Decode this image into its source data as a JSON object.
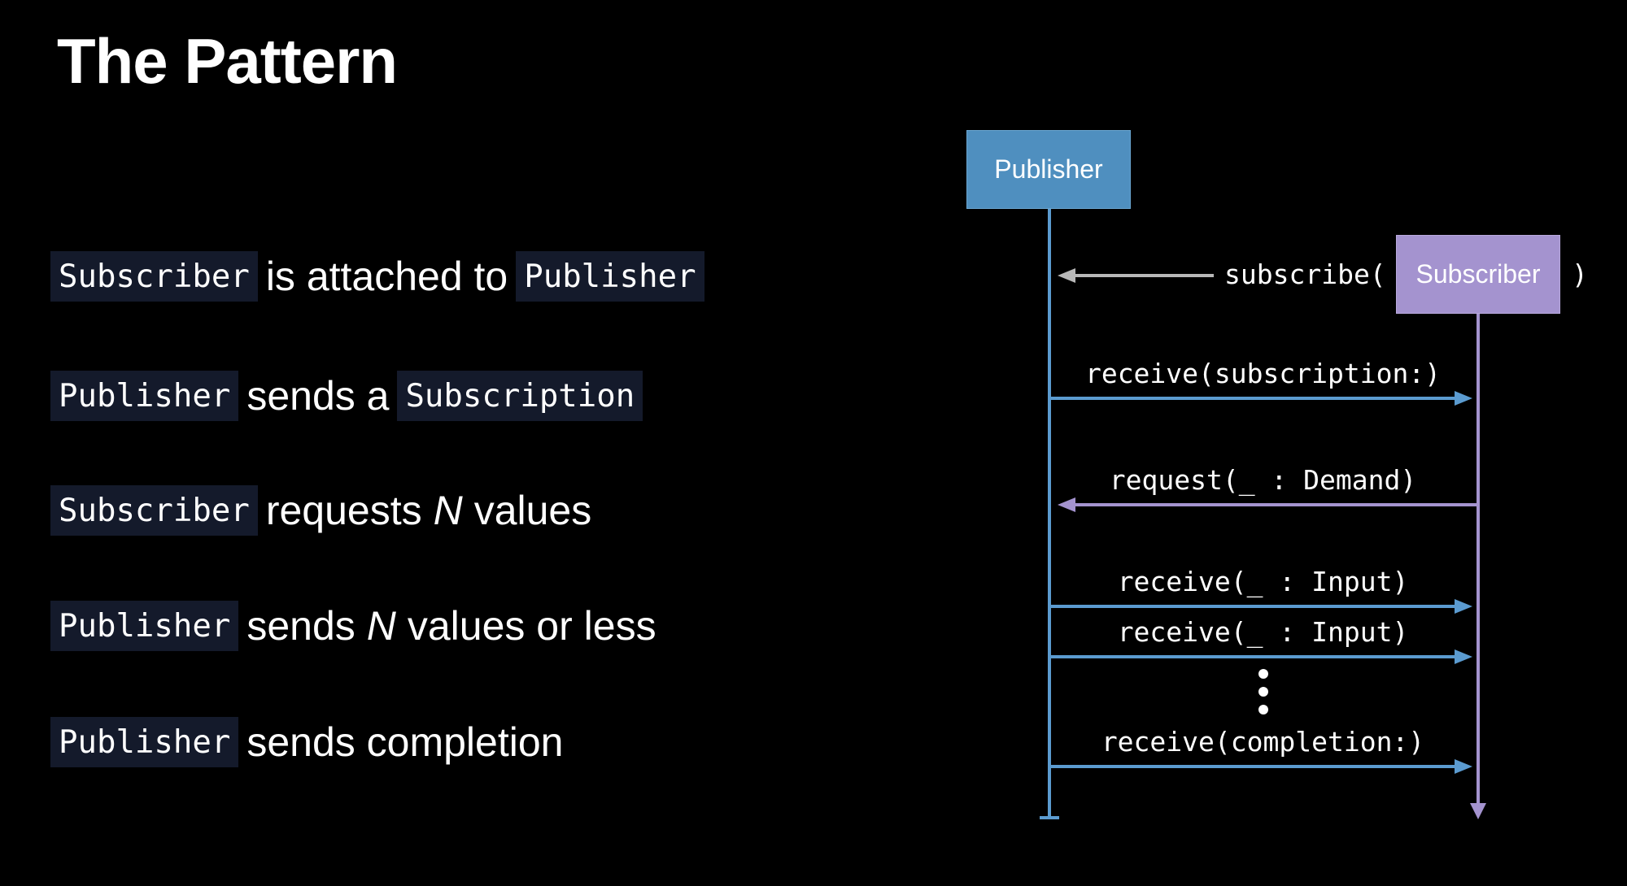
{
  "title": "The Pattern",
  "steps": [
    {
      "code_a": "Subscriber",
      "text_a": "is attached to",
      "code_b": "Publisher"
    },
    {
      "code_a": "Publisher",
      "text_a": "sends a",
      "code_b": "Subscription"
    },
    {
      "code_a": "Subscriber",
      "text_a": "requests",
      "em": "N",
      "text_b": "values"
    },
    {
      "code_a": "Publisher",
      "text_a": "sends",
      "em": "N",
      "text_b": "values or less"
    },
    {
      "code_a": "Publisher",
      "text_a": "sends completion"
    }
  ],
  "diagram": {
    "publisher_label": "Publisher",
    "subscriber_label": "Subscriber",
    "subscribe_open": "subscribe(",
    "subscribe_close": ")",
    "messages": [
      "receive(subscription:)",
      "request(_ : Demand)",
      "receive(_ : Input)",
      "receive(_ : Input)",
      "receive(completion:)"
    ],
    "colors": {
      "publisher": "#4f8fbf",
      "subscriber": "#a493cf",
      "publisher_line": "#5b9bd0",
      "subscriber_line": "#a493cf",
      "subscribe_arrow": "#b8b8b8",
      "code_bg": "#141a2b"
    }
  }
}
